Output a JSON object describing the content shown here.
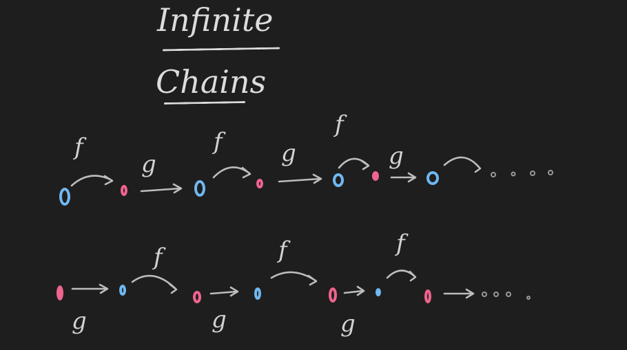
{
  "title": {
    "line1": "Infinite",
    "line2": "Chains"
  },
  "labels": {
    "f": "f",
    "g": "g"
  },
  "colors": {
    "background": "#1f1e1e",
    "blue_node": "#6fb8f2",
    "pink_node": "#f0648f",
    "ink": "#d2d2d2"
  }
}
